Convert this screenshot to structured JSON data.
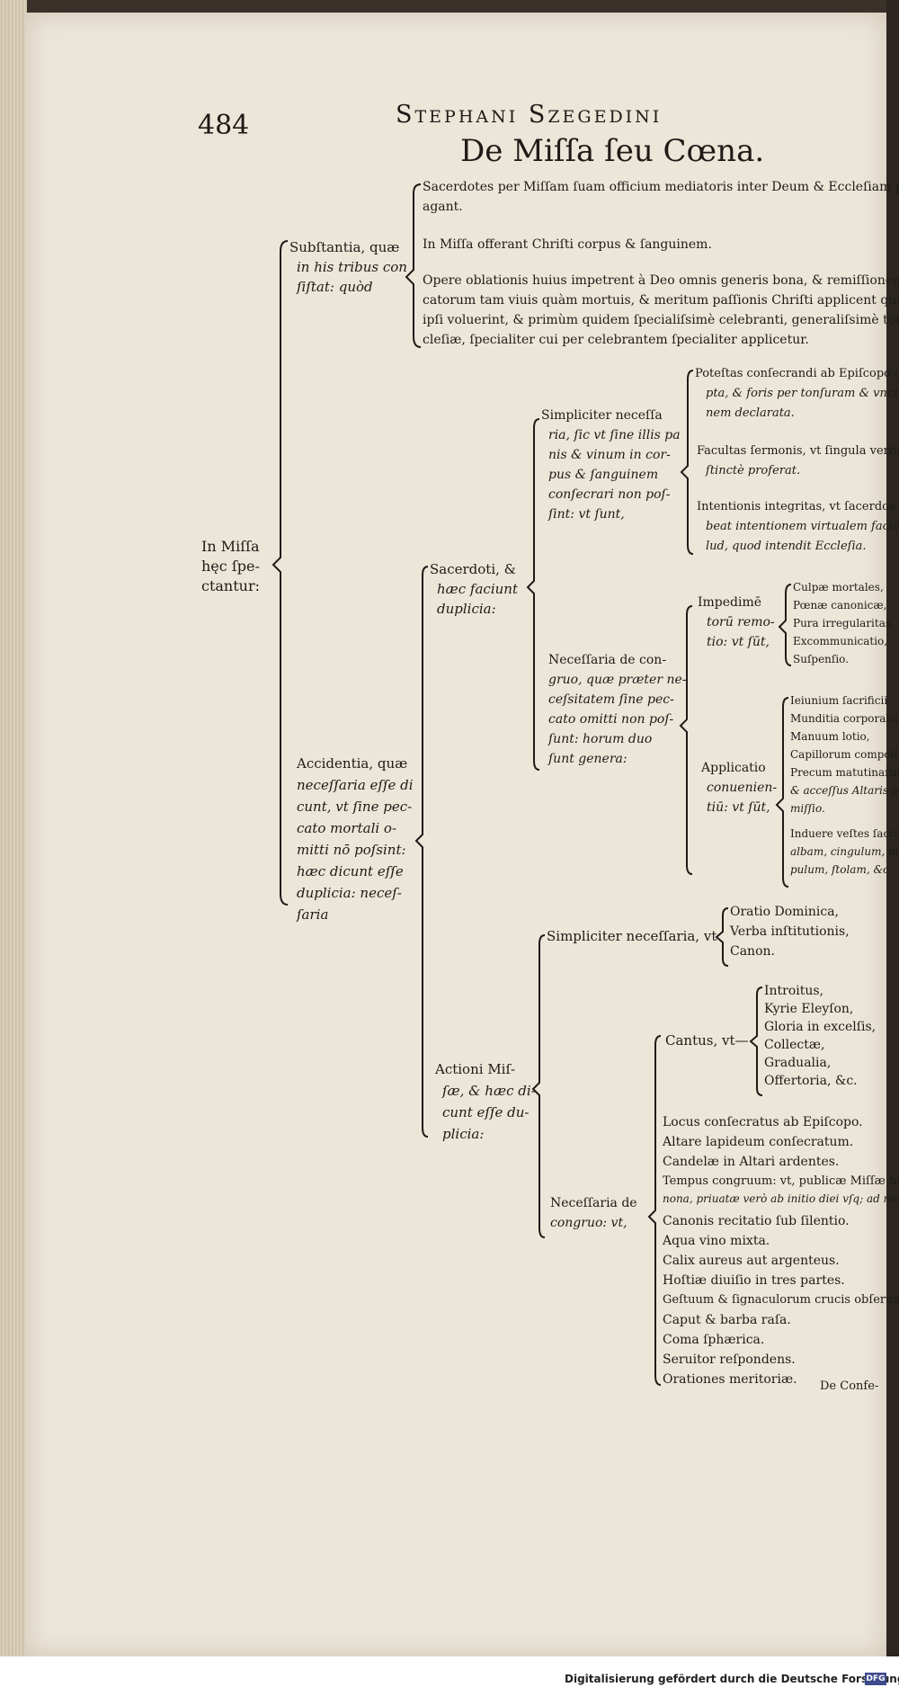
{
  "page": {
    "page_number": "484",
    "running_head": "Stephani Szegedini",
    "title": "De Miſſa ſeu Cœna.",
    "catchword": "De Confe-"
  },
  "root": {
    "label_lines": [
      "In Miſſa",
      "hęc ſpe-",
      "ctantur:"
    ]
  },
  "substantia": {
    "label_lines": [
      "Subſtantia, quæ",
      "in his tribus con",
      "ſiſtat: quòd"
    ],
    "items": [
      [
        "Sacerdotes per Miſſam ſuam officium mediatoris inter Deum & Eccleſiam pera-",
        "agant."
      ],
      [
        "In Miſſa offerant Chriſti corpus & ſanguinem."
      ],
      [
        "Opere oblationis huius impetrent à Deo omnis generis bona, & remiſſionem pec-",
        "catorum tam viuis quàm mortuis, & meritum paſſionis Chriſti applicent quibus",
        "ipſi voluerint, & primùm quidem ſpecialiſsimè celebranti, generaliſsimè toti Ec-",
        "cleſiæ, ſpecialiter cui per celebrantem ſpecialiter applicetur."
      ]
    ]
  },
  "accidentia": {
    "label_lines": [
      "Accidentia, quæ",
      "neceſſaria eſſe di",
      "cunt, vt ſine pec-",
      "cato mortali o-",
      "mitti nō poſsint:",
      "hæc dicunt eſſe",
      "duplicia: neceſ-",
      "ſaria"
    ]
  },
  "sacerdoti": {
    "label_lines": [
      "Sacerdoti, &",
      "hæc faciunt",
      "duplicia:"
    ],
    "simpliciter": {
      "label_lines": [
        "Simpliciter neceſſa",
        "ria, ſic vt ſine illis pa",
        "nis & vinum in cor-",
        "pus & ſanguinem",
        "conſecrari non poſ-",
        "ſint: vt ſunt,"
      ],
      "items": [
        [
          "Poteſtas conſecrandi ab Epiſcopo acce-",
          "pta, & foris per tonſuram & vnctio-",
          "nem declarata."
        ],
        [
          "Facultas ſermonis, vt ſingula verba di-",
          "ſtinctè proferat."
        ],
        [
          "Intentionis integritas, vt ſacerdos ha-",
          "beat intentionem virtualem faciendi il-",
          "lud, quod intendit Eccleſia."
        ]
      ]
    },
    "de_congruo": {
      "label_lines": [
        "Neceſſaria de con-",
        "gruo, quæ præter ne-",
        "ceſsitatem ſine pec-",
        "cato omitti non poſ-",
        "ſunt: horum duo",
        "ſunt genera:"
      ],
      "impedimentorum": {
        "label_lines": [
          "Impedimē",
          "torū remo-",
          "tio: vt ſūt,"
        ],
        "items": [
          "Culpæ mortales,",
          "Pœnæ canonicæ,",
          "Pura irregularitas,",
          "Excommunicatio,",
          "Suſpenſio."
        ]
      },
      "applicatio": {
        "label_lines": [
          "Applicatio",
          "conuenien-",
          "tiū: vt ſūt,"
        ],
        "items": [
          [
            "Ieiunium ſacrificii,"
          ],
          [
            "Munditia corporalis,"
          ],
          [
            "Manuum lotio,"
          ],
          [
            "Capillorum compoſitio,"
          ],
          [
            "Precum matutinarum",
            "& acceſſus Altaris pre-",
            "miſſio."
          ],
          [
            "Induere veſtes ſacras, vt",
            "albam, cingulum, mani-",
            "pulum, ſtolam, &c."
          ]
        ]
      }
    }
  },
  "actioni": {
    "label_lines": [
      "Actioni Miſ-",
      "ſæ, & hæc di-",
      "cunt eſſe du-",
      "plicia:"
    ],
    "simpliciter": {
      "label": "Simpliciter neceſſaria, vt",
      "items": [
        "Oratio Dominica,",
        "Verba inſtitutionis,",
        "Canon."
      ]
    },
    "de_congruo": {
      "label_lines": [
        "Neceſſaria de",
        "congruo: vt,"
      ],
      "cantus": {
        "label": "Cantus, vt—",
        "items": [
          "Introitus,",
          "Kyrie Eleyſon,",
          "Gloria in excelſis,",
          "Collectæ,",
          "Gradualia,",
          "Offertoria, &c."
        ]
      },
      "items": [
        [
          "Locus conſecratus ab Epiſcopo."
        ],
        [
          "Altare lapideum conſecratum."
        ],
        [
          "Candelæ in Altari ardentes."
        ],
        [
          "Tempus congruum: vt, publicæ Miſſæ hora",
          "nona, priuatæ verò ab initio diei vſq; ad nonam."
        ],
        [
          "Canonis recitatio ſub ſilentio."
        ],
        [
          "Aqua vino mixta."
        ],
        [
          "Calix aureus aut argenteus."
        ],
        [
          "Hoſtiæ diuiſio in tres partes."
        ],
        [
          "Geſtuum & ſignaculorum crucis obſeruatio."
        ],
        [
          "Caput & barba raſa."
        ],
        [
          "Coma ſphærica."
        ],
        [
          "Seruitor reſpondens."
        ],
        [
          "Orationes meritoriæ."
        ]
      ]
    }
  },
  "footer": {
    "text": "Digitalisierung gefördert durch die Deutsche Forschungsgemeinschaft ·",
    "logo": "DFG"
  }
}
